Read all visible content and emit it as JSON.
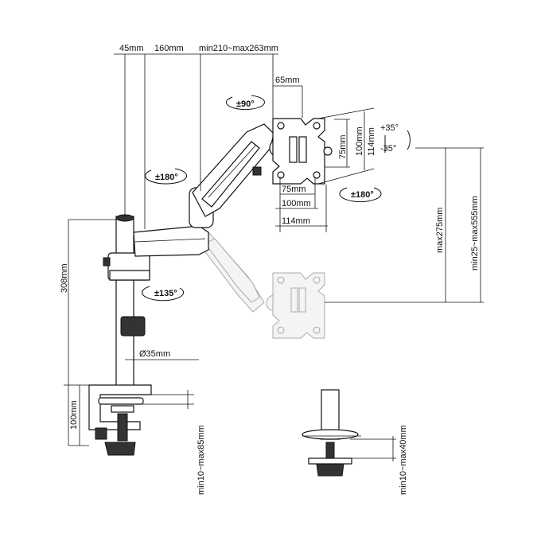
{
  "dimensions": {
    "d45": "45mm",
    "d160": "160mm",
    "d210_263": "min210~max263mm",
    "d65": "65mm",
    "d308": "308mm",
    "d100_clamp": "100mm",
    "d35": "Ø35mm",
    "d10_85": "min10~max85mm",
    "d10_40": "min10~max40mm",
    "d75_v": "75mm",
    "d100_v": "100mm",
    "d114_v": "114mm",
    "d75_h": "75mm",
    "d100_h": "100mm",
    "d114_h": "114mm",
    "d275": "max275mm",
    "d25_555": "min25~max555mm"
  },
  "rotations": {
    "r90": "±90°",
    "r180_left": "±180°",
    "r180_right": "±180°",
    "r135": "±135°",
    "tilt_up": "+35°",
    "tilt_down": "-35°"
  }
}
